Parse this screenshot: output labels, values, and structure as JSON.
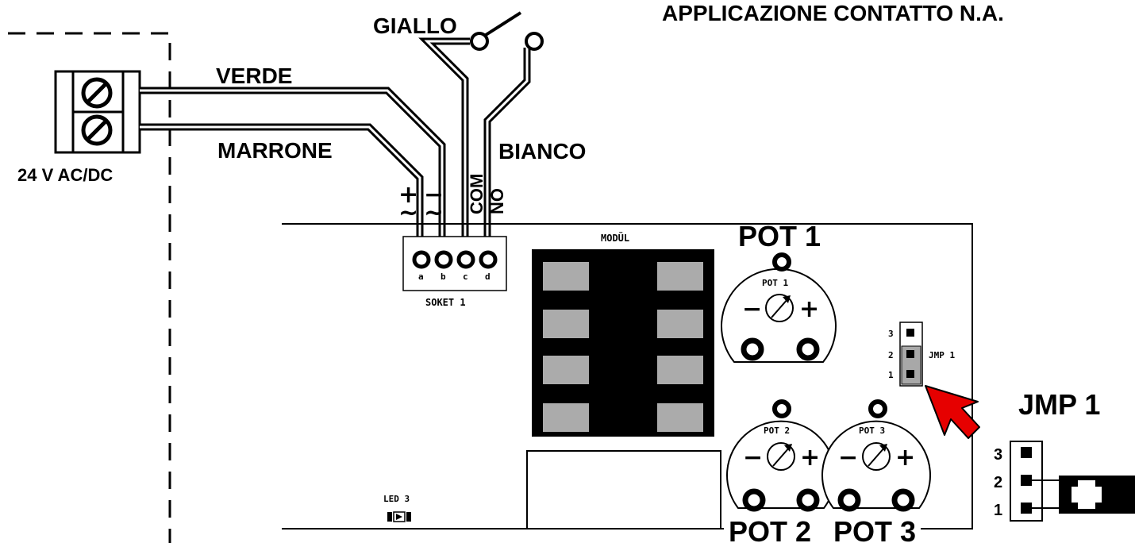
{
  "title": "APPLICAZIONE CONTATTO N.A.",
  "power": {
    "label": "24 V AC/DC"
  },
  "wires": {
    "verde": "VERDE",
    "marrone": "MARRONE",
    "giallo": "GIALLO",
    "bianco": "BIANCO"
  },
  "terminals": {
    "plus": "+",
    "minus": "−",
    "tilde": "~",
    "com": "COM",
    "no": "NO"
  },
  "socket": {
    "label": "SOKET 1",
    "pins": [
      "a",
      "b",
      "c",
      "d"
    ]
  },
  "module": {
    "label": "MODÜL"
  },
  "pots": {
    "pot1": "POT 1",
    "pot2": "POT 2",
    "pot3": "POT 3",
    "pot1_small": "POT 1",
    "pot2_small": "POT 2",
    "pot3_small": "POT 3",
    "minus": "−",
    "plus": "+"
  },
  "jumper": {
    "label": "JMP 1",
    "small_label": "JMP 1",
    "pins": [
      "3",
      "2",
      "1"
    ]
  },
  "led": {
    "label": "LED 3"
  }
}
